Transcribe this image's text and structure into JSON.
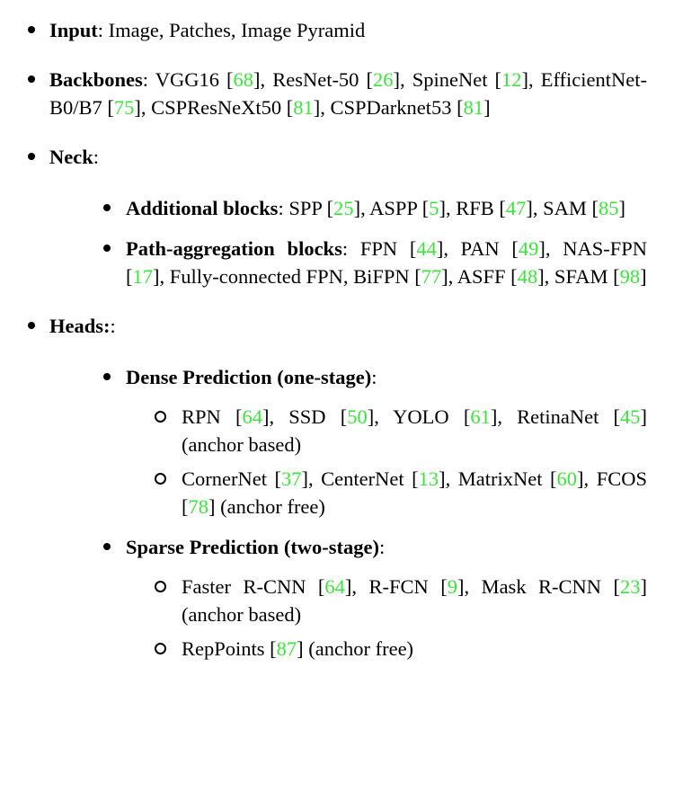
{
  "colors": {
    "citation": "#3ce33c",
    "text": "#000000",
    "background": "#ffffff"
  },
  "markers": {
    "disc": "disc-bullet",
    "circle": "circle-bullet"
  },
  "list": {
    "items": [
      {
        "level": 1,
        "marker": "disc",
        "segments": [
          {
            "t": "Input",
            "bold": true
          },
          {
            "t": ": Image, Patches, Image Pyramid"
          }
        ]
      },
      {
        "level": 1,
        "marker": "disc",
        "segments": [
          {
            "t": "Backbones",
            "bold": true
          },
          {
            "t": ": VGG16 ["
          },
          {
            "t": "68",
            "cite": true
          },
          {
            "t": "], ResNet-50 ["
          },
          {
            "t": "26",
            "cite": true
          },
          {
            "t": "], SpineNet ["
          },
          {
            "t": "12",
            "cite": true
          },
          {
            "t": "], EfficientNet-B0/B7 ["
          },
          {
            "t": "75",
            "cite": true
          },
          {
            "t": "], CSPResNeXt50 ["
          },
          {
            "t": "81",
            "cite": true
          },
          {
            "t": "], CSPDarknet53 ["
          },
          {
            "t": "81",
            "cite": true
          },
          {
            "t": "]"
          }
        ]
      },
      {
        "level": 1,
        "marker": "disc",
        "segments": [
          {
            "t": "Neck",
            "bold": true
          },
          {
            "t": ":"
          }
        ]
      },
      {
        "level": 2,
        "marker": "disc",
        "segments": [
          {
            "t": "Additional blocks",
            "bold": true
          },
          {
            "t": ": SPP ["
          },
          {
            "t": "25",
            "cite": true
          },
          {
            "t": "], ASPP ["
          },
          {
            "t": "5",
            "cite": true
          },
          {
            "t": "], RFB ["
          },
          {
            "t": "47",
            "cite": true
          },
          {
            "t": "], SAM ["
          },
          {
            "t": "85",
            "cite": true
          },
          {
            "t": "]"
          }
        ]
      },
      {
        "level": 2,
        "marker": "disc",
        "segments": [
          {
            "t": "Path-aggregation blocks",
            "bold": true
          },
          {
            "t": ": FPN ["
          },
          {
            "t": "44",
            "cite": true
          },
          {
            "t": "], PAN ["
          },
          {
            "t": "49",
            "cite": true
          },
          {
            "t": "], NAS-FPN ["
          },
          {
            "t": "17",
            "cite": true
          },
          {
            "t": "], Fully-connected FPN, BiFPN ["
          },
          {
            "t": "77",
            "cite": true
          },
          {
            "t": "], ASFF ["
          },
          {
            "t": "48",
            "cite": true
          },
          {
            "t": "], SFAM ["
          },
          {
            "t": "98",
            "cite": true
          },
          {
            "t": "]"
          }
        ]
      },
      {
        "level": 1,
        "marker": "disc",
        "segments": [
          {
            "t": "Heads:",
            "bold": true
          },
          {
            "t": ":"
          }
        ]
      },
      {
        "level": 2,
        "marker": "disc",
        "segments": [
          {
            "t": "Dense Prediction (one-stage)",
            "bold": true
          },
          {
            "t": ":"
          }
        ]
      },
      {
        "level": 3,
        "marker": "circle",
        "segments": [
          {
            "t": "RPN ["
          },
          {
            "t": "64",
            "cite": true
          },
          {
            "t": "], SSD ["
          },
          {
            "t": "50",
            "cite": true
          },
          {
            "t": "], YOLO ["
          },
          {
            "t": "61",
            "cite": true
          },
          {
            "t": "], RetinaNet ["
          },
          {
            "t": "45",
            "cite": true
          },
          {
            "t": "] (anchor based)"
          }
        ]
      },
      {
        "level": 3,
        "marker": "circle",
        "segments": [
          {
            "t": "CornerNet ["
          },
          {
            "t": "37",
            "cite": true
          },
          {
            "t": "], CenterNet ["
          },
          {
            "t": "13",
            "cite": true
          },
          {
            "t": "], MatrixNet ["
          },
          {
            "t": "60",
            "cite": true
          },
          {
            "t": "], FCOS ["
          },
          {
            "t": "78",
            "cite": true
          },
          {
            "t": "] (anchor free)"
          }
        ]
      },
      {
        "level": 2,
        "marker": "disc",
        "segments": [
          {
            "t": "Sparse Prediction (two-stage)",
            "bold": true
          },
          {
            "t": ":"
          }
        ]
      },
      {
        "level": 3,
        "marker": "circle",
        "segments": [
          {
            "t": "Faster R-CNN ["
          },
          {
            "t": "64",
            "cite": true
          },
          {
            "t": "], R-FCN ["
          },
          {
            "t": "9",
            "cite": true
          },
          {
            "t": "], Mask R-CNN ["
          },
          {
            "t": "23",
            "cite": true
          },
          {
            "t": "] (anchor based)"
          }
        ]
      },
      {
        "level": 3,
        "marker": "circle",
        "segments": [
          {
            "t": "RepPoints ["
          },
          {
            "t": "87",
            "cite": true
          },
          {
            "t": "] (anchor free)"
          }
        ]
      }
    ]
  }
}
